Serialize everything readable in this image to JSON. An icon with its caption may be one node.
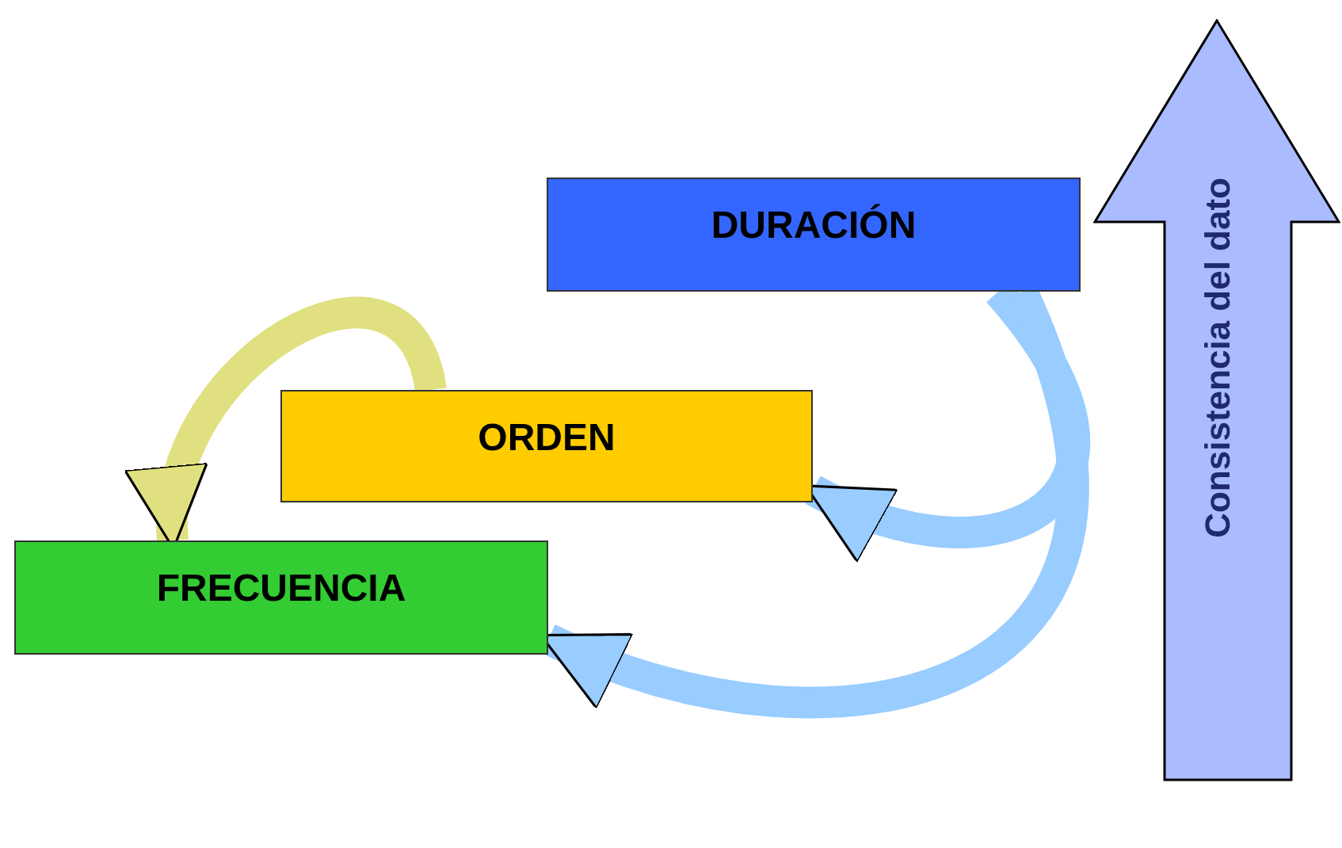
{
  "diagram": {
    "nodes": [
      {
        "text": [
          "DURACIÓN"
        ]
      },
      {
        "text": [
          "ORDEN"
        ]
      },
      {
        "text": [
          "FRECUENCIA"
        ]
      },
      {
        "text": [
          "Consistencia del dato"
        ]
      }
    ],
    "edges": [
      {
        "from": 1,
        "to": 2,
        "arrow": "to",
        "color": "#e0e080"
      },
      {
        "from": 0,
        "to": 1,
        "arrow": "to",
        "color": "#99ccff"
      },
      {
        "from": 0,
        "to": 2,
        "arrow": "to",
        "color": "#99ccff"
      }
    ]
  }
}
